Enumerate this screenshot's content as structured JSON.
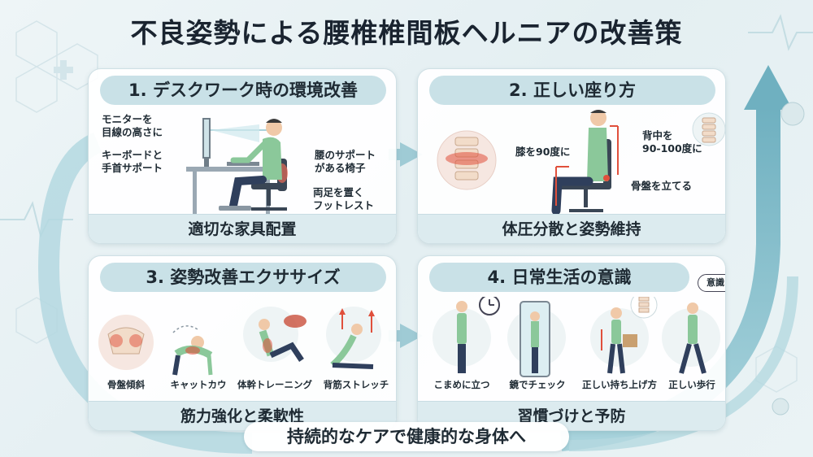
{
  "title": "不良姿勢による腰椎椎間板ヘルニアの改善策",
  "panels": {
    "desk": {
      "heading": "1. デスクワーク時の環境改善",
      "labels": {
        "monitor": "モニターを\n目線の高さに",
        "keyboard": "キーボードと\n手首サポート",
        "chair": "腰のサポート\nがある椅子",
        "footrest": "両足を置く\nフットレスト"
      },
      "footer": "適切な家具配置"
    },
    "sitting": {
      "heading": "2. 正しい座り方",
      "labels": {
        "knee": "膝を90度に",
        "back": "背中を\n90-100度に",
        "pelvis": "骨盤を立てる"
      },
      "footer": "体圧分散と姿勢維持"
    },
    "exercise": {
      "heading": "3. 姿勢改善エクササイズ",
      "items": [
        "骨盤傾斜",
        "キャットカウ",
        "体幹トレーニング",
        "背筋ストレッチ"
      ],
      "footer": "筋力強化と柔軟性"
    },
    "daily": {
      "heading": "4. 日常生活の意識",
      "items": [
        "こまめに立つ",
        "鏡でチェック",
        "正しい持ち上げ方",
        "正しい歩行"
      ],
      "bubble": "意識",
      "footer": "習慣づけと予防"
    }
  },
  "bottom_banner": "持続的なケアで健康的な身体へ",
  "colors": {
    "accent": "#c9e1e7",
    "arrow": "#8ec3cf",
    "shirt": "#8bc89a",
    "pants": "#2f3f5c",
    "pain": "#e0503c"
  }
}
